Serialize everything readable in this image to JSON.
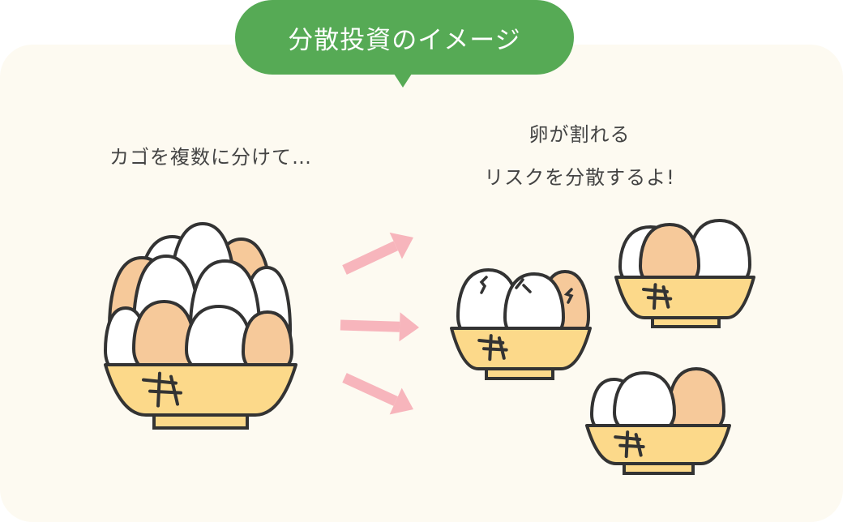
{
  "title": "分散投資のイメージ",
  "left_caption": "カゴを複数に分けて…",
  "right_caption": [
    "卵が割れる",
    "リスクを分散するよ!"
  ],
  "colors": {
    "accent": "#56aa55",
    "background": "#fdfaf1",
    "bowl": "#fcd98a",
    "brown_egg": "#f6c99a",
    "white_egg": "#ffffff",
    "arrow": "#f7b5bc",
    "outline": "#333333"
  }
}
